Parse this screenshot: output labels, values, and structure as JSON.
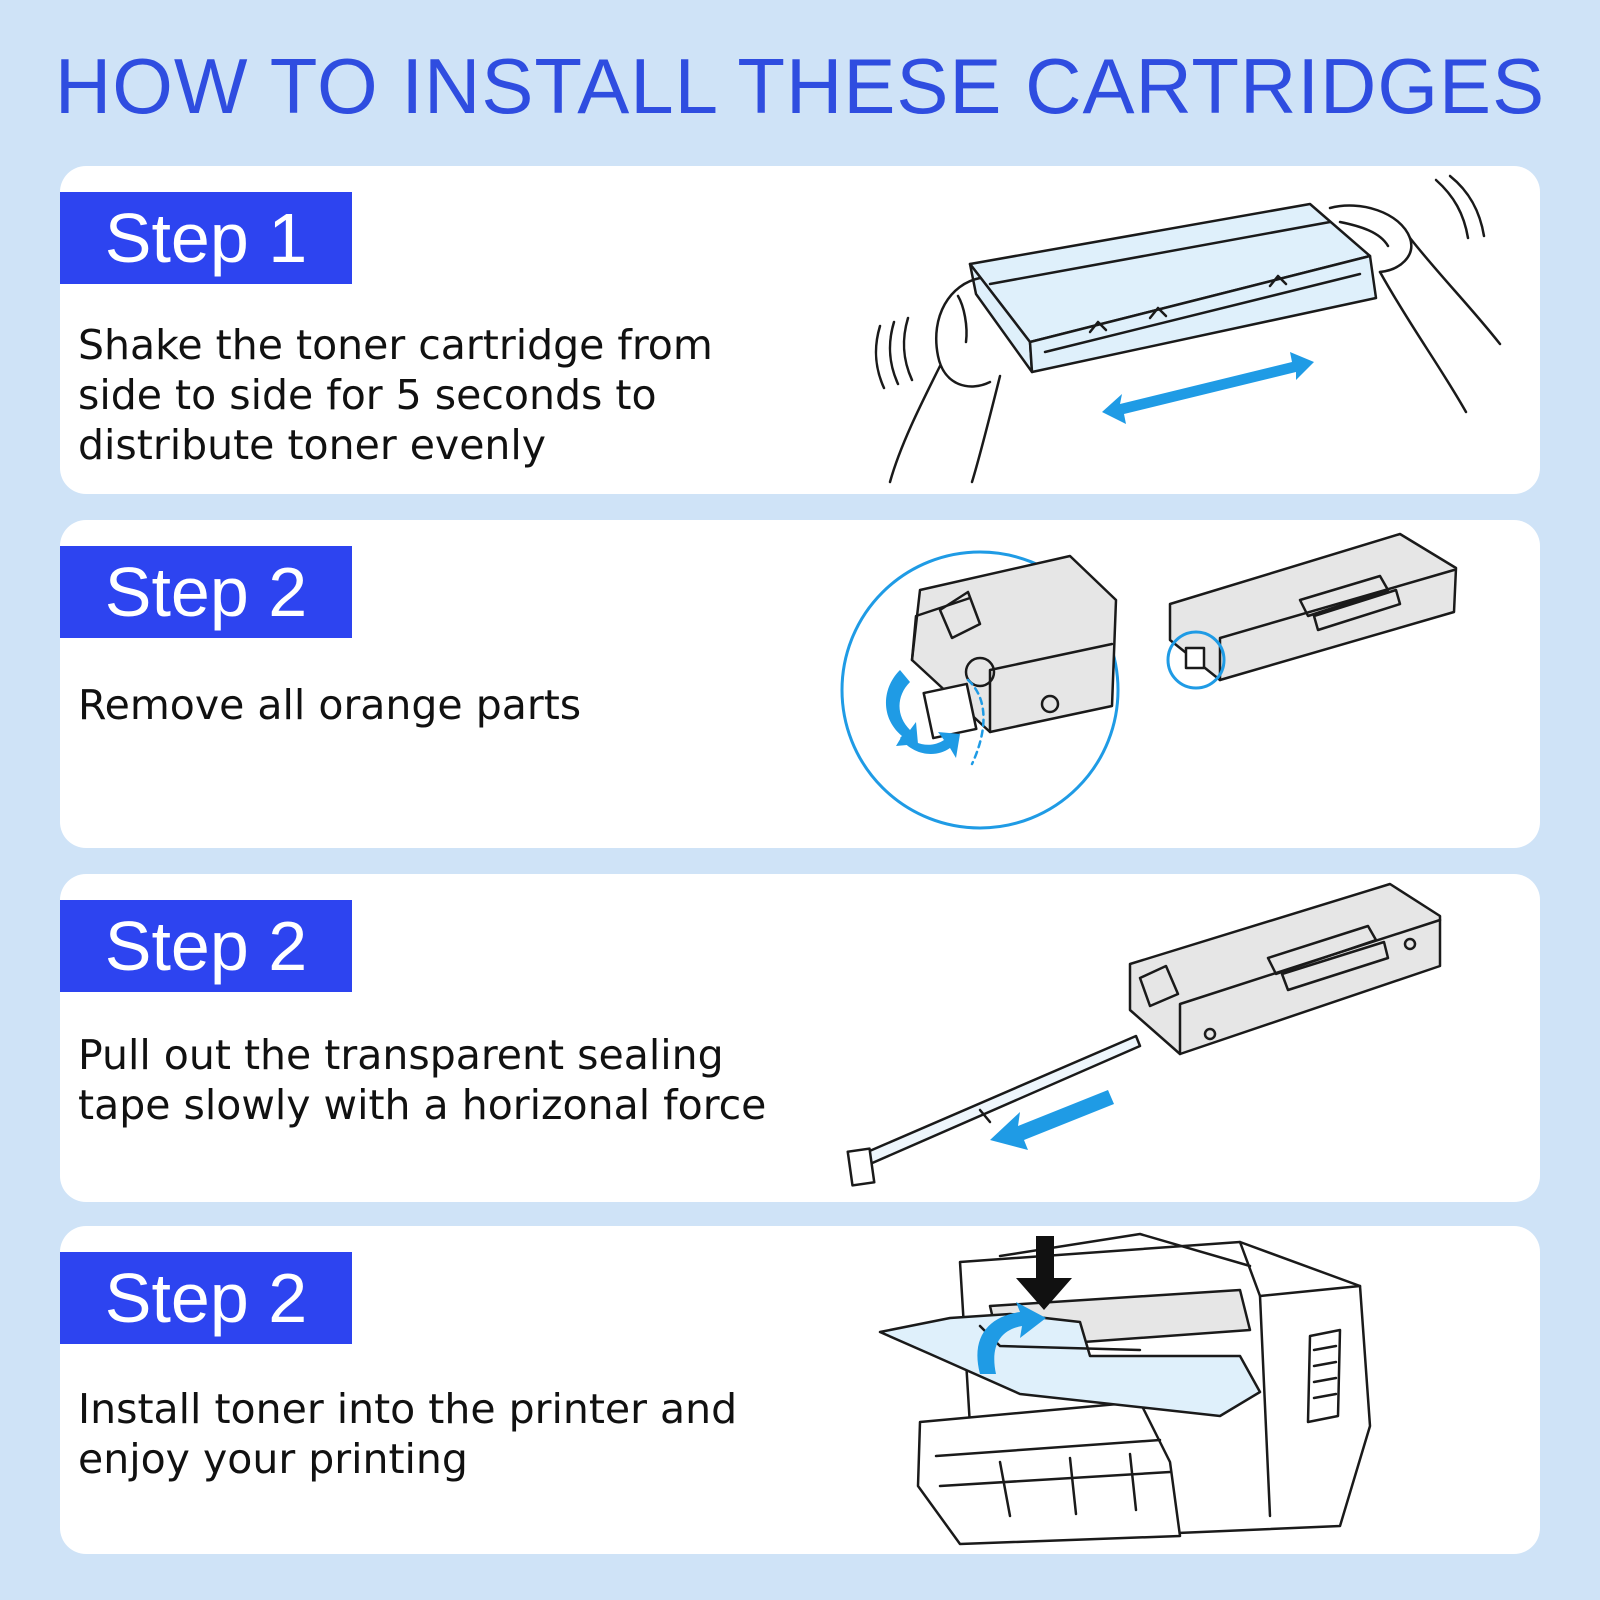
{
  "title": "HOW TO INSTALL THESE CARTRIDGES",
  "colors": {
    "background": "#cfe3f7",
    "title": "#2f4de0",
    "badge": "#2d44f0",
    "arrow": "#1f9be5",
    "card": "#ffffff"
  },
  "steps": [
    {
      "label": "Step 1",
      "text": "Shake the toner cartridge from\nside to side for 5 seconds to\ndistribute toner evenly",
      "illustration": "hands-shaking-cartridge"
    },
    {
      "label": "Step 2",
      "text": "Remove all orange parts",
      "illustration": "cartridge-orange-tab-removal"
    },
    {
      "label": "Step 2",
      "text": "Pull out the transparent sealing\ntape slowly with a horizonal force",
      "illustration": "cartridge-sealing-tape-pull"
    },
    {
      "label": "Step 2",
      "text": "Install toner into the printer and\nenjoy your printing",
      "illustration": "printer-toner-install"
    }
  ]
}
